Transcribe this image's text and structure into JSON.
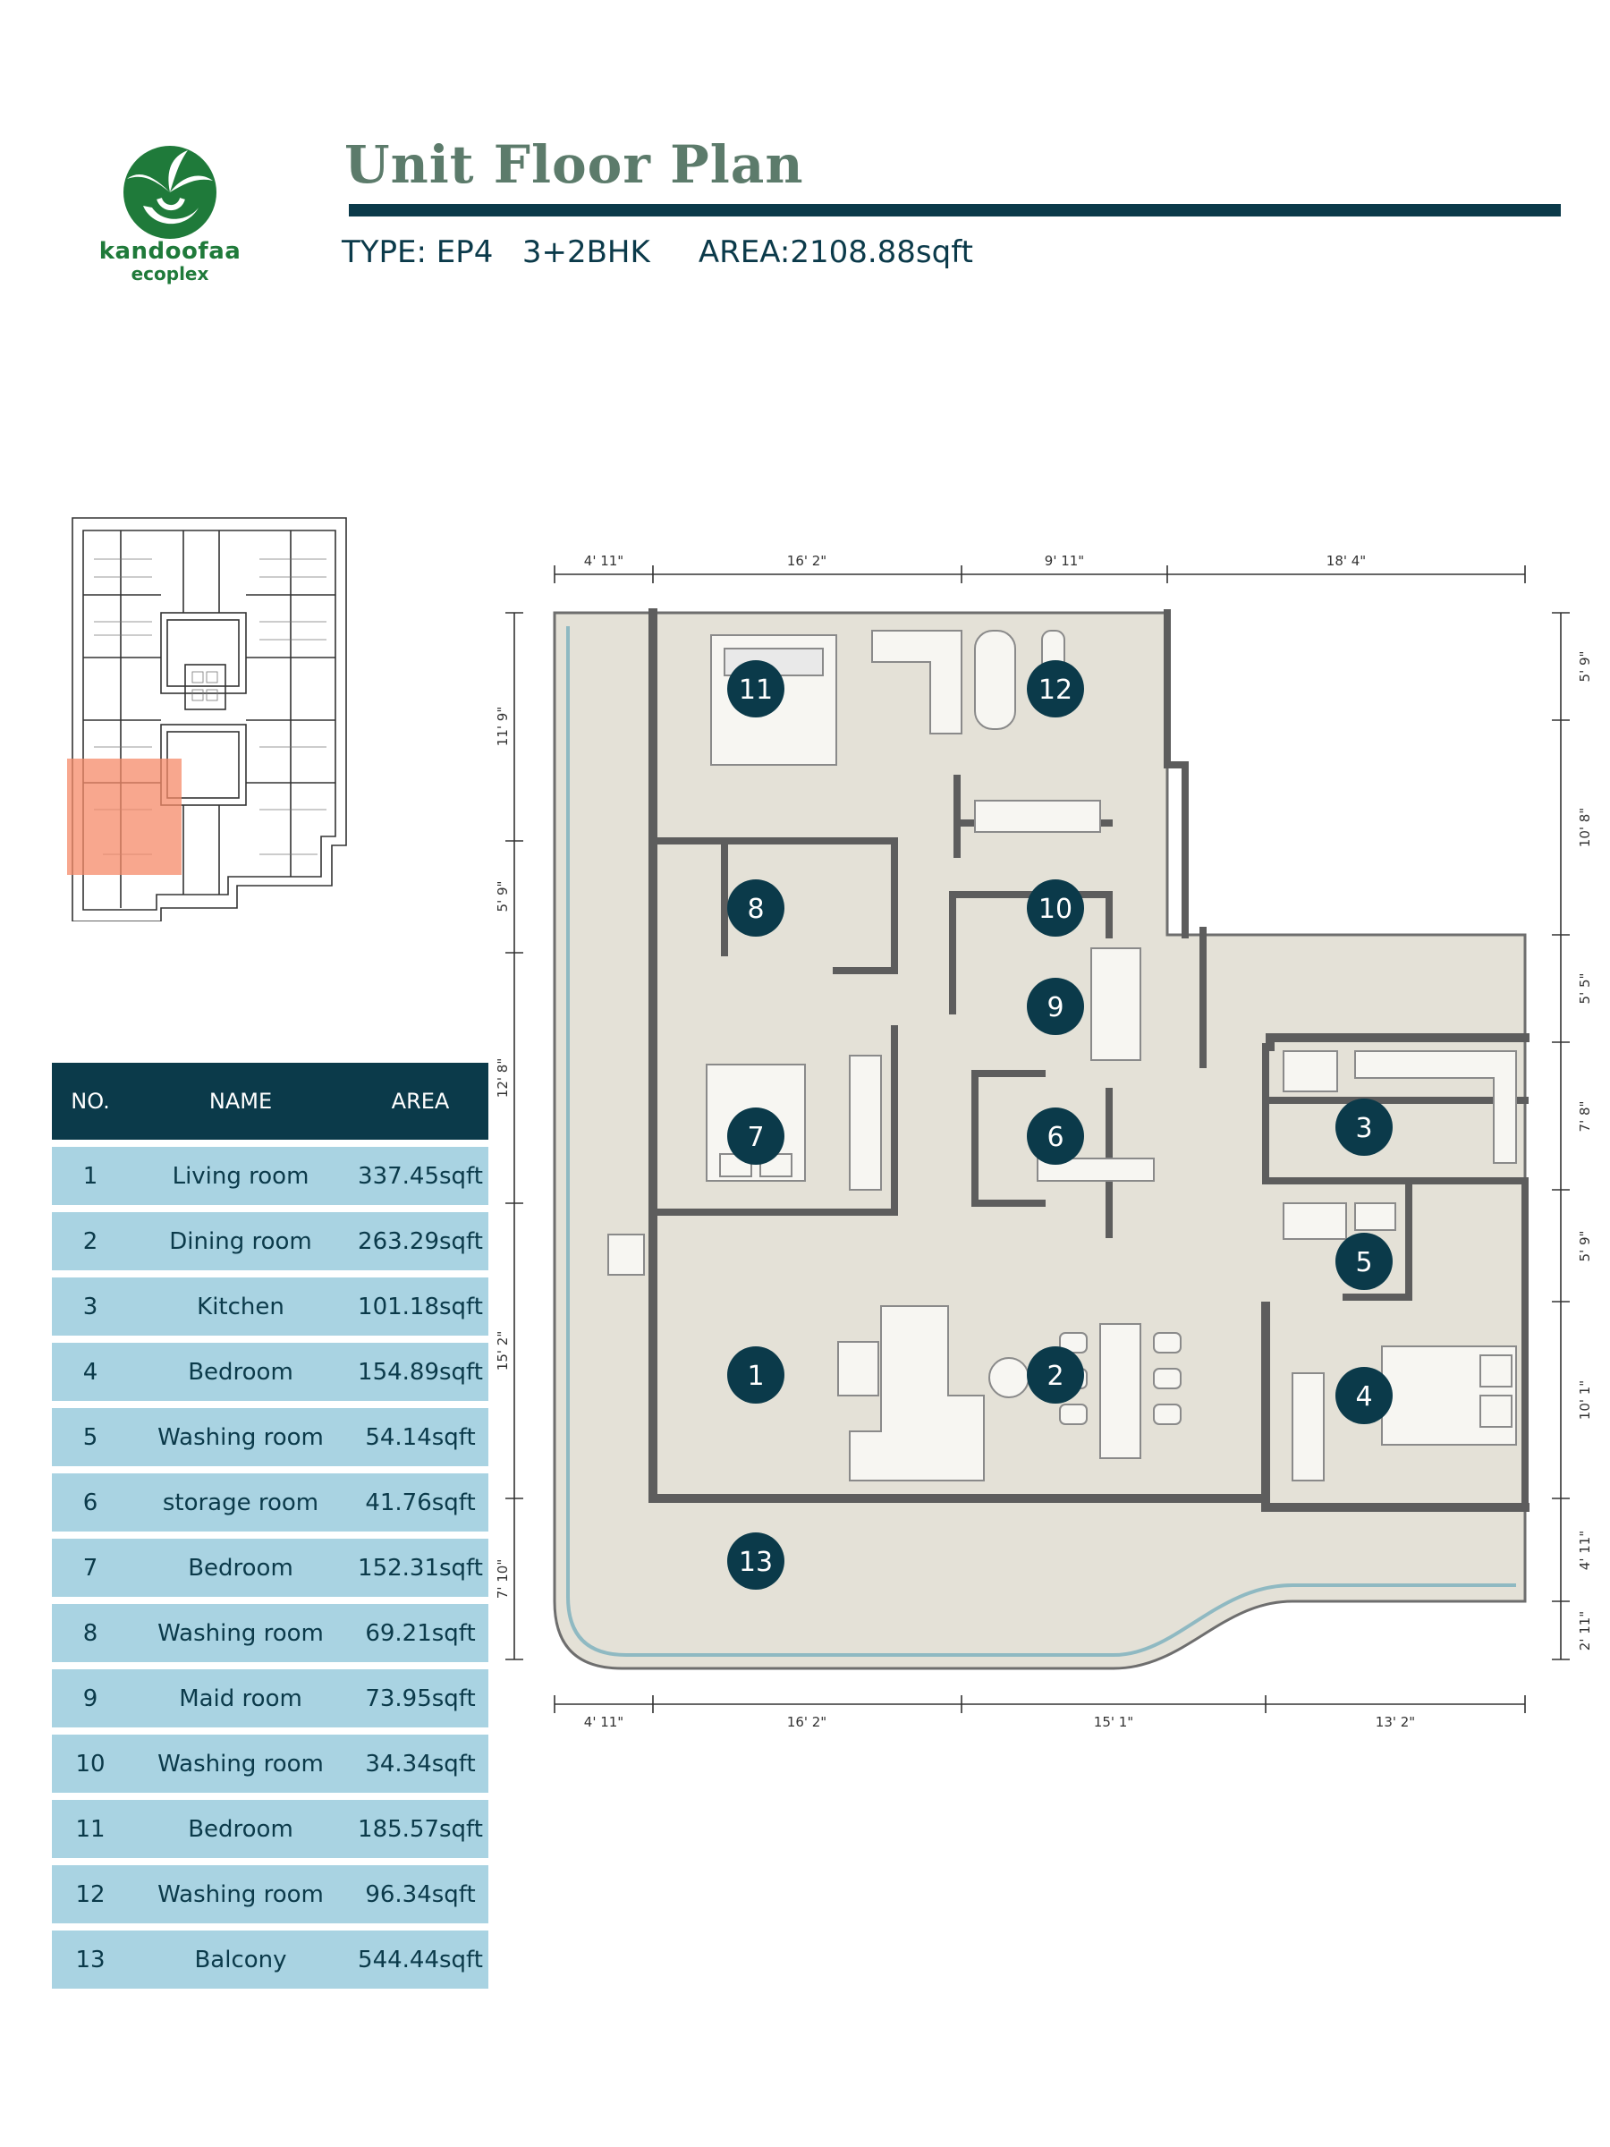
{
  "brand": {
    "name_line1": "kandoofaa",
    "name_line2": "ecoplex",
    "leaf_color": "#1f7a3a"
  },
  "header": {
    "title": "Unit Floor Plan",
    "type_label": "TYPE: EP4",
    "config": "3+2BHK",
    "area_label": "AREA:2108.88sqft"
  },
  "colors": {
    "accent": "#0b3a4a",
    "row": "#a9d3e2",
    "floor": "#e4e1d7",
    "wall": "#5d5d5d",
    "highlight": "#f68a68"
  },
  "table": {
    "headers": [
      "NO.",
      "NAME",
      "AREA"
    ],
    "rows": [
      {
        "no": "1",
        "name": "Living room",
        "area": "337.45sqft"
      },
      {
        "no": "2",
        "name": "Dining room",
        "area": "263.29sqft"
      },
      {
        "no": "3",
        "name": "Kitchen",
        "area": "101.18sqft"
      },
      {
        "no": "4",
        "name": "Bedroom",
        "area": "154.89sqft"
      },
      {
        "no": "5",
        "name": "Washing room",
        "area": "54.14sqft"
      },
      {
        "no": "6",
        "name": "storage room",
        "area": "41.76sqft"
      },
      {
        "no": "7",
        "name": "Bedroom",
        "area": "152.31sqft"
      },
      {
        "no": "8",
        "name": "Washing room",
        "area": "69.21sqft"
      },
      {
        "no": "9",
        "name": "Maid room",
        "area": "73.95sqft"
      },
      {
        "no": "10",
        "name": "Washing room",
        "area": "34.34sqft"
      },
      {
        "no": "11",
        "name": "Bedroom",
        "area": "185.57sqft"
      },
      {
        "no": "12",
        "name": "Washing room",
        "area": "96.34sqft"
      },
      {
        "no": "13",
        "name": "Balcony",
        "area": "544.44sqft"
      }
    ]
  },
  "plan": {
    "markers": [
      "1",
      "2",
      "3",
      "4",
      "5",
      "6",
      "7",
      "8",
      "9",
      "10",
      "11",
      "12",
      "13"
    ],
    "dims_top": [
      "4' 11\"",
      "16' 2\"",
      "9' 11\"",
      "18' 4\""
    ],
    "dims_bottom": [
      "4' 11\"",
      "16' 2\"",
      "15' 1\"",
      "13' 2\""
    ],
    "dims_left": [
      "11' 9\"",
      "5' 9\"",
      "12' 8\"",
      "15' 2\"",
      "7' 10\""
    ],
    "dims_right": [
      "5' 9\"",
      "10' 8\"",
      "5' 5\"",
      "7' 8\"",
      "5' 9\"",
      "10' 1\"",
      "4' 11\"",
      "2' 11\""
    ]
  }
}
